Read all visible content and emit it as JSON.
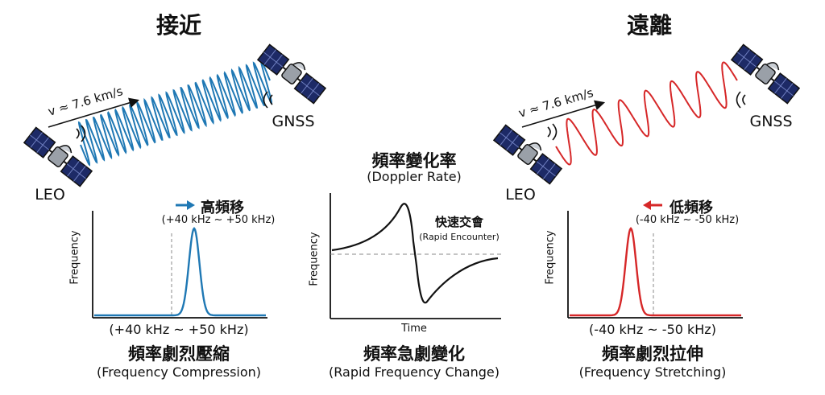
{
  "colors": {
    "approach": "#1f78b4",
    "recede": "#d62728",
    "ink": "#111111",
    "satBody": "#9aa0a8",
    "panel": "#1d2a66"
  },
  "left": {
    "heading": "接近",
    "velocity": "v ≈ 7.6 km/s",
    "leo": "LEO",
    "gnss": "GNSS",
    "shift_zh": "高頻移",
    "shift_range_top": "(+40 kHz ~ +50 kHz)",
    "ylabel": "Frequency",
    "range_bottom": "(+40 kHz ~ +50 kHz)",
    "caption_zh": "頻率劇烈壓縮",
    "caption_en": "(Frequency Compression)",
    "arrow_icon": "arrow-right-icon"
  },
  "middle": {
    "title_zh": "頻率變化率",
    "title_en": "(Doppler Rate)",
    "event_zh": "快速交會",
    "event_en": "(Rapid Encounter)",
    "ylabel": "Frequency",
    "xlabel": "Time",
    "caption_zh": "頻率急劇變化",
    "caption_en": "(Rapid Frequency Change)"
  },
  "right": {
    "heading": "遠離",
    "velocity": "v ≈ 7.6 km/s",
    "leo": "LEO",
    "gnss": "GNSS",
    "shift_zh": "低頻移",
    "shift_range_top": "(-40 kHz ~ -50 kHz)",
    "ylabel": "Frequency",
    "range_bottom": "(-40 kHz ~ -50 kHz)",
    "caption_zh": "頻率劇烈拉伸",
    "caption_en": "(Frequency Stretching)",
    "arrow_icon": "arrow-left-icon"
  }
}
